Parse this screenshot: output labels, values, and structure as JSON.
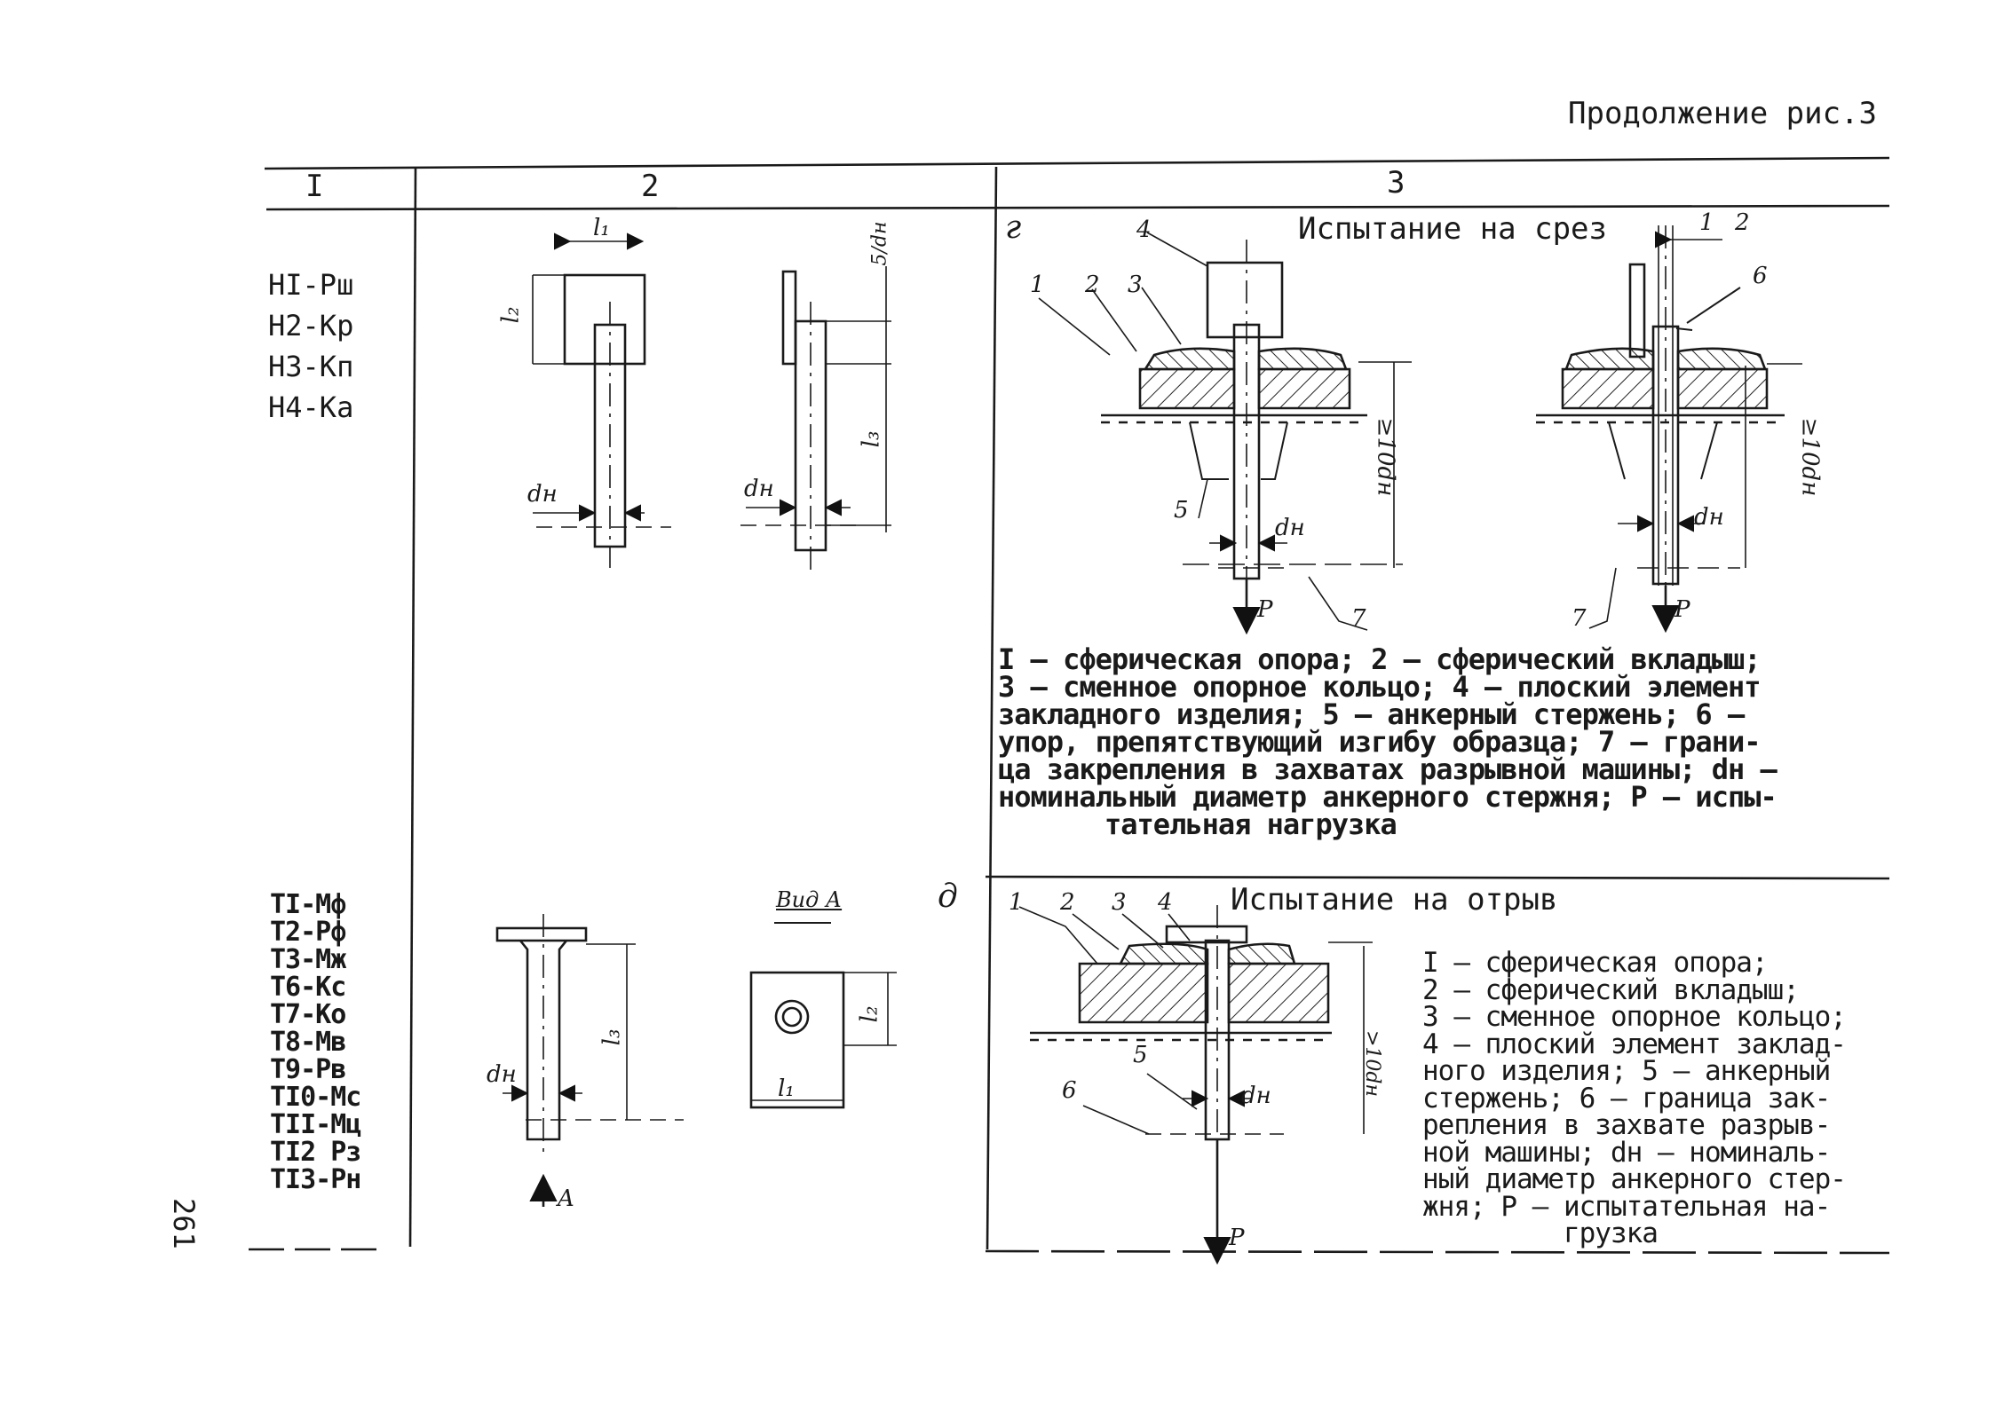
{
  "header": {
    "continuation": "Продолжение рис.3"
  },
  "columns": [
    "I",
    "2",
    "3"
  ],
  "page_number": "261",
  "row_top": {
    "codes": [
      "HI-Рш",
      "H2-Кр",
      "H3-Кп",
      "H4-Ка"
    ],
    "panel_letter": "г",
    "test_title": "Испытание на срез",
    "dim_labels": {
      "l1": "l₁",
      "l2": "l₂",
      "l3": "l₃",
      "dh": "dн",
      "five_dh": "5/dн",
      "ten_dh": "≥10dн",
      "p": "P"
    },
    "callouts": [
      "1",
      "2",
      "3",
      "4",
      "5",
      "6",
      "7"
    ],
    "caption": [
      "I –  сферическая опора; 2 – сферический вкладыш;",
      "3 – сменное опорное кольцо; 4 – плоский элемент",
      "закладного изделия; 5 – анкерный стержень; 6 –",
      "упор, препятствующий изгибу образца; 7 – грани-",
      "ца закрепления в захватах разрывной машины; dн –",
      "номинальный диаметр анкерного стержня; P – испы-",
      "тательная нагрузка"
    ]
  },
  "row_bottom": {
    "codes": [
      "TI-Мф",
      "T2-Рф",
      "T3-Мж",
      "T6-Кс",
      "T7-Ко",
      "T8-Мв",
      "T9-Рв",
      "TI0-Мс",
      "TII-Мц",
      "TI2 Рз",
      "TI3-Рн"
    ],
    "view_label": "Вид А",
    "panel_letter": "д",
    "arrow_label": "A",
    "test_title": "Испытание на отрыв",
    "dim_labels": {
      "l1": "l₁",
      "l2": "l₂",
      "l3": "l₃",
      "dh": "dн",
      "ten_dh": ">10dн",
      "p": "P"
    },
    "callouts": [
      "1",
      "2",
      "3",
      "4",
      "5",
      "6"
    ],
    "legend": [
      "I – сферическая опора;",
      "2 – сферический вкладыш;",
      "3 – сменное опорное кольцо;",
      "4 – плоский элемент заклад-",
      "ного изделия; 5 – анкерный",
      "стержень; 6 – граница зак-",
      "репления в захвате разрыв-",
      "ной машины; dн – номиналь-",
      "ный диаметр анкерного стер-",
      "жня; P – испытательная на-",
      "         грузка"
    ]
  }
}
